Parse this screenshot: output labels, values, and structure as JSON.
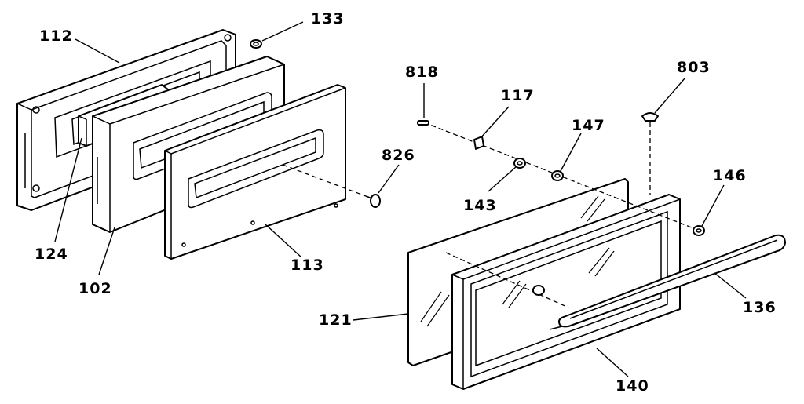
{
  "callouts": {
    "c112": "112",
    "c133": "133",
    "c124": "124",
    "c102": "102",
    "c113": "113",
    "c826": "826",
    "c818": "818",
    "c117": "117",
    "c147": "147",
    "c143": "143",
    "c803": "803",
    "c146": "146",
    "c121": "121",
    "c136": "136",
    "c140": "140"
  }
}
